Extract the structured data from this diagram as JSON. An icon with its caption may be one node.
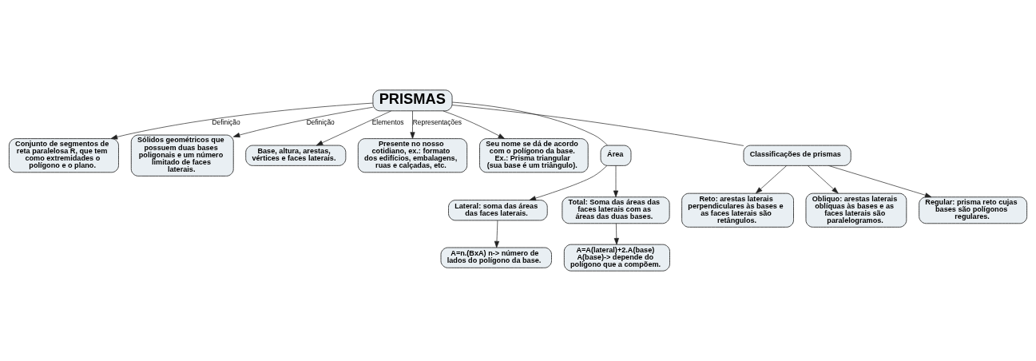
{
  "diagram": {
    "nodes": [
      {
        "text": [
          "PRISMAS"
        ]
      },
      {
        "text": [
          "Conjunto de segmentos de reta paralelosa R, que tem como extremidades o polígono e o plano."
        ]
      },
      {
        "text": [
          "Sólidos geométricos que possuem duas bases poligonais e um número limitado de faces laterais."
        ]
      },
      {
        "text": [
          "Base, altura, arestas, vértices e faces laterais."
        ]
      },
      {
        "text": [
          "Presente no nosso cotidiano, ex.: formato dos edifícios, embalagens, ruas e calçadas, etc."
        ]
      },
      {
        "text": [
          "Seu nome se dá de acordo com o polígono da base. Ex.: Prisma triangular (sua base é um triângulo)."
        ]
      },
      {
        "text": [
          "Área"
        ]
      },
      {
        "text": [
          "Lateral: soma das áreas das faces laterais."
        ]
      },
      {
        "text": [
          "A=n.(BxA) n-> número de lados do polígono da base."
        ]
      },
      {
        "text": [
          "Total: Soma das áreas das faces laterais com as áreas das duas bases."
        ]
      },
      {
        "text": [
          "A=A(lateral)+2.A(base) A(base)-> depende do polígono que a compõem."
        ]
      },
      {
        "text": [
          "Classificações de prismas"
        ]
      },
      {
        "text": [
          "Reto: arestas laterais perpendiculares às bases e as faces laterais são retângulos."
        ]
      },
      {
        "text": [
          "Obliquo: arestas laterais oblíquas às bases e as faces laterais são paralelogramos."
        ]
      },
      {
        "text": [
          "Regular: prisma reto cujas bases são polígonos regulares."
        ]
      }
    ],
    "edges": [
      {
        "from": 0,
        "to": 1,
        "arrow": "to",
        "label": "Definição"
      },
      {
        "from": 0,
        "to": 2,
        "arrow": "to",
        "label": "Definição"
      },
      {
        "from": 0,
        "to": 3,
        "arrow": "to",
        "label": "Elementos"
      },
      {
        "from": 0,
        "to": 4,
        "arrow": "to",
        "label": "Representações"
      },
      {
        "from": 0,
        "to": 5,
        "arrow": "to"
      },
      {
        "from": 0,
        "to": 6,
        "arrow": "none"
      },
      {
        "from": 0,
        "to": 11,
        "arrow": "none"
      },
      {
        "from": 6,
        "to": 7,
        "arrow": "to"
      },
      {
        "from": 6,
        "to": 9,
        "arrow": "to"
      },
      {
        "from": 7,
        "to": 8,
        "arrow": "to"
      },
      {
        "from": 9,
        "to": 10,
        "arrow": "to"
      },
      {
        "from": 11,
        "to": 12,
        "arrow": "to"
      },
      {
        "from": 11,
        "to": 13,
        "arrow": "to"
      },
      {
        "from": 11,
        "to": 14,
        "arrow": "to"
      }
    ]
  }
}
